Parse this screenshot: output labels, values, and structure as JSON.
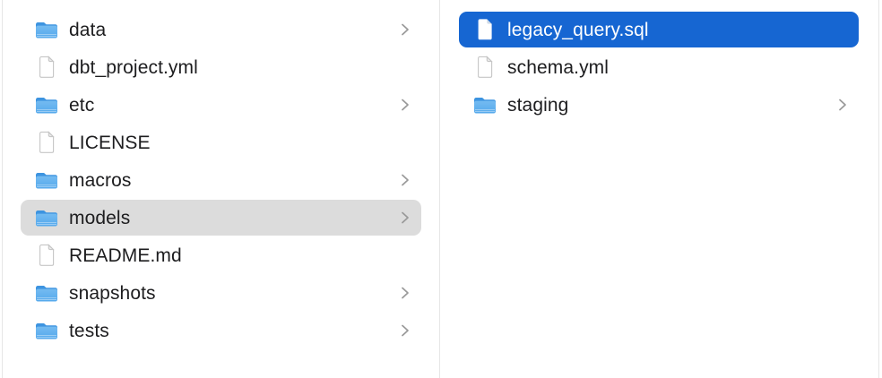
{
  "app": "finder-column-view",
  "colors": {
    "selection_blue": "#1666d2",
    "selection_gray": "#dcdcdc",
    "divider_gray": "#e6e6e6",
    "chevron_gray": "#999999",
    "folder_blue_dark": "#3d94e0",
    "folder_blue_light": "#74bbf1",
    "text_primary": "#1d1d1f",
    "text_selected": "#ffffff"
  },
  "columns": [
    {
      "name": "left",
      "items": [
        {
          "label": "data",
          "icon": "folder",
          "chevron": true,
          "selected": "none"
        },
        {
          "label": "dbt_project.yml",
          "icon": "file",
          "chevron": false,
          "selected": "none"
        },
        {
          "label": "etc",
          "icon": "folder",
          "chevron": true,
          "selected": "none"
        },
        {
          "label": "LICENSE",
          "icon": "file",
          "chevron": false,
          "selected": "none"
        },
        {
          "label": "macros",
          "icon": "folder",
          "chevron": true,
          "selected": "none"
        },
        {
          "label": "models",
          "icon": "folder",
          "chevron": true,
          "selected": "inactive"
        },
        {
          "label": "README.md",
          "icon": "file",
          "chevron": false,
          "selected": "none"
        },
        {
          "label": "snapshots",
          "icon": "folder",
          "chevron": true,
          "selected": "none"
        },
        {
          "label": "tests",
          "icon": "folder",
          "chevron": true,
          "selected": "none"
        }
      ]
    },
    {
      "name": "right",
      "items": [
        {
          "label": "legacy_query.sql",
          "icon": "file",
          "chevron": false,
          "selected": "active"
        },
        {
          "label": "schema.yml",
          "icon": "file",
          "chevron": false,
          "selected": "none"
        },
        {
          "label": "staging",
          "icon": "folder",
          "chevron": true,
          "selected": "none"
        }
      ]
    }
  ]
}
